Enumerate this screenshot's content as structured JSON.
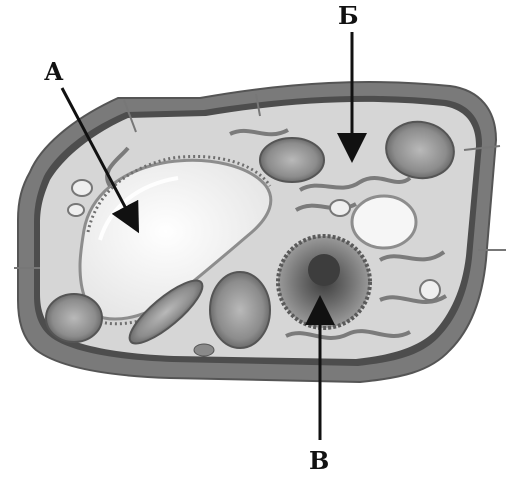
{
  "labels": {
    "a": "А",
    "b": "Б",
    "v": "В"
  },
  "colors": {
    "cell_wall": "#707070",
    "membrane": "#4a4a4a",
    "cytoplasm": "#d9d9d9",
    "vacuole": "#f4f4f4",
    "chloroplast": "#8a8a8a",
    "nucleus": "#9a9a9a",
    "nucleolus": "#4f4f4f",
    "er": "#7b7b7b",
    "arrow": "#111111"
  },
  "parts": {
    "a_pointer": "vacuole-arrow",
    "b_pointer": "cytoplasm-arrow",
    "v_pointer": "nucleus-arrow"
  }
}
